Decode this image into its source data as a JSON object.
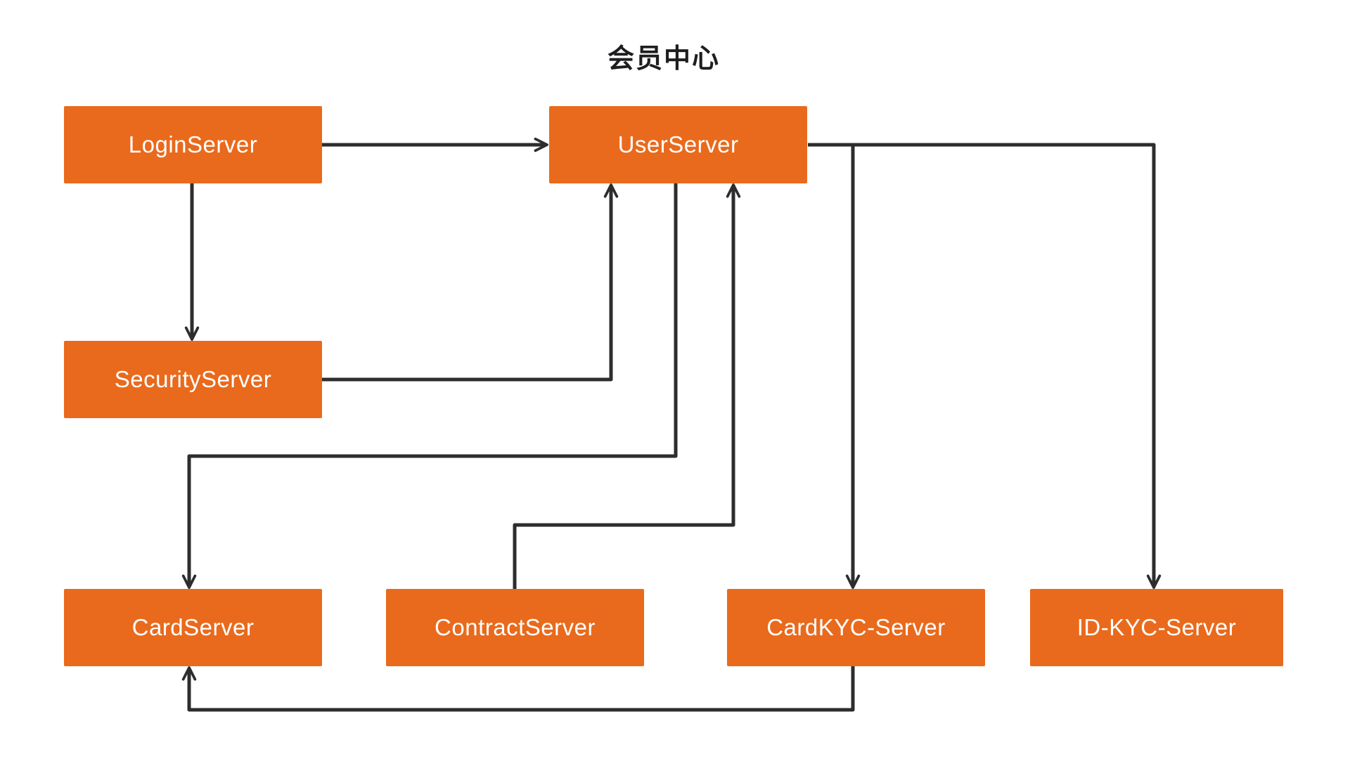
{
  "diagram": {
    "title": "会员中心",
    "nodes": {
      "login": {
        "label": "LoginServer"
      },
      "user": {
        "label": "UserServer"
      },
      "security": {
        "label": "SecurityServer"
      },
      "card": {
        "label": "CardServer"
      },
      "contract": {
        "label": "ContractServer"
      },
      "cardkyc": {
        "label": "CardKYC-Server"
      },
      "idkyc": {
        "label": "ID-KYC-Server"
      }
    },
    "edges": [
      {
        "from": "LoginServer",
        "to": "UserServer"
      },
      {
        "from": "LoginServer",
        "to": "SecurityServer"
      },
      {
        "from": "SecurityServer",
        "to": "UserServer"
      },
      {
        "from": "UserServer",
        "to": "CardServer"
      },
      {
        "from": "ContractServer",
        "to": "UserServer"
      },
      {
        "from": "UserServer",
        "to": "CardKYC-Server"
      },
      {
        "from": "UserServer",
        "to": "ID-KYC-Server"
      },
      {
        "from": "CardKYC-Server",
        "to": "CardServer"
      }
    ],
    "colors": {
      "node_fill": "#E96A1C",
      "node_text": "#FFFFFF",
      "edge": "#2D2D2D",
      "title_text": "#1E1E20",
      "background": "#FFFFFF"
    }
  }
}
